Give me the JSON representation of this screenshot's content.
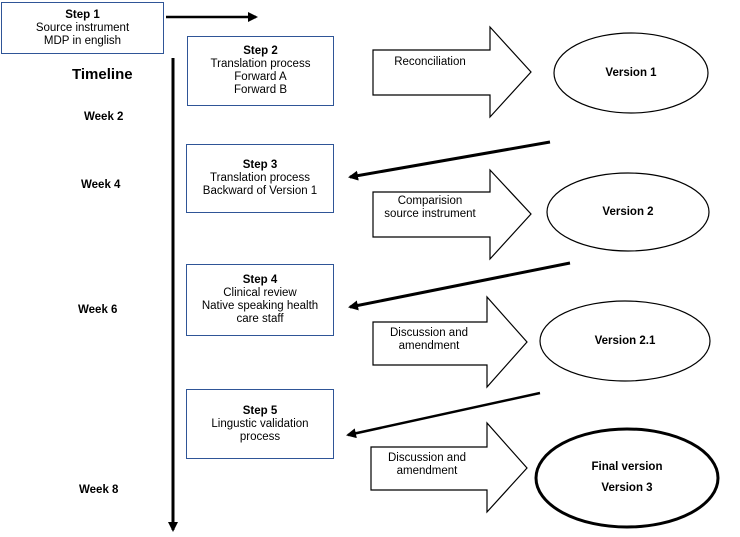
{
  "timeline": {
    "title": "Timeline",
    "weeks": [
      "Week 2",
      "Week 4",
      "Week 6",
      "Week 8"
    ]
  },
  "steps": [
    {
      "title": "Step 1",
      "lines": [
        "Source instrument",
        "MDP in english"
      ]
    },
    {
      "title": "Step 2",
      "lines": [
        "Translation process",
        "Forward A",
        "Forward B"
      ]
    },
    {
      "title": "Step 3",
      "lines": [
        "Translation process",
        "Backward of Version 1"
      ]
    },
    {
      "title": "Step 4",
      "lines": [
        "Clinical review",
        "Native speaking health",
        "care staff"
      ]
    },
    {
      "title": "Step 5",
      "lines": [
        "Lingustic validation",
        "process"
      ]
    }
  ],
  "actions": [
    {
      "lines": [
        "Reconciliation"
      ]
    },
    {
      "lines": [
        "Comparision",
        "source instrument"
      ]
    },
    {
      "lines": [
        "Discussion and",
        "amendment"
      ]
    },
    {
      "lines": [
        "Discussion and",
        "amendment"
      ]
    }
  ],
  "versions": [
    {
      "lines": [
        "Version 1"
      ]
    },
    {
      "lines": [
        "Version 2"
      ]
    },
    {
      "lines": [
        "Version 2.1"
      ]
    },
    {
      "lines": [
        "Final version",
        "",
        "Version 3"
      ]
    }
  ]
}
